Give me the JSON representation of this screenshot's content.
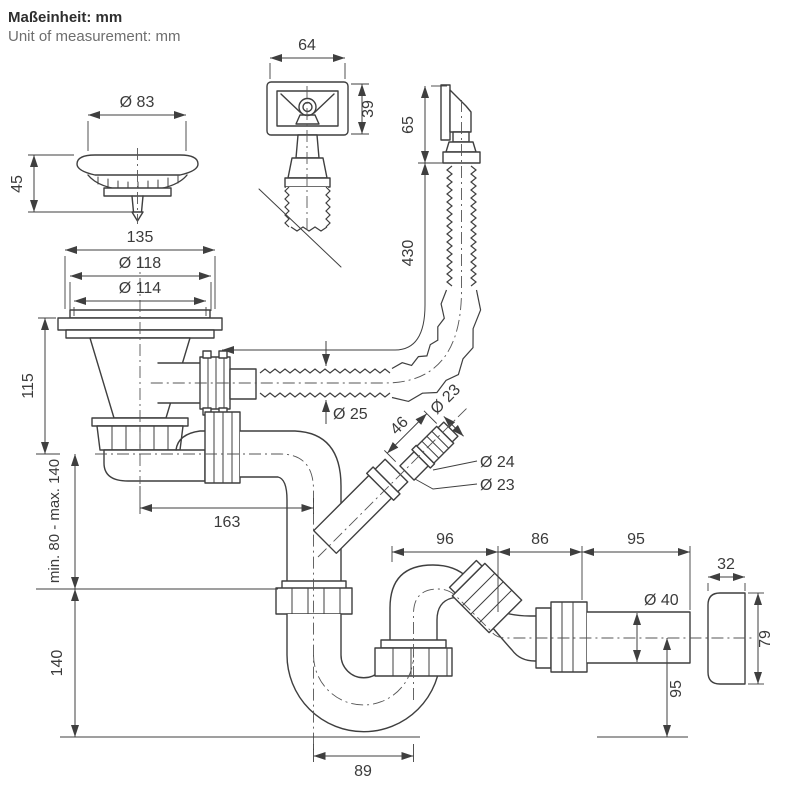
{
  "header": {
    "title": "Maßeinheit: mm",
    "subtitle": "Unit of measurement: mm"
  },
  "colors": {
    "line": "#3f3f3f",
    "text": "#3b3b3b",
    "muted": "#6e6e6e",
    "background": "#ffffff"
  },
  "drawing": {
    "type": "technical-dimension-drawing",
    "subject": "sink strainer waste and overflow siphon set",
    "views": [
      "strainer-plug",
      "overflow-front",
      "overflow-hose-side",
      "drain-body",
      "dishwasher-adapter",
      "p-trap-outlet",
      "wall-rosette"
    ]
  },
  "dims": {
    "strainer_diameter": "Ø 83",
    "strainer_height": "45",
    "overflow_width": "64",
    "overflow_height": "39",
    "overflow_elbow_height": "65",
    "overflow_hose_length": "430",
    "flange_width": "135",
    "flange_outer_diameter": "Ø 118",
    "flange_inner_diameter": "Ø 114",
    "drain_body_height": "115",
    "overflow_hose_diameter": "Ø 25",
    "adapter_length": "46",
    "adapter_tip_diameter": "Ø 23",
    "adapter_barb_diameter": "Ø 24",
    "adapter_neck_diameter": "Ø 23",
    "outlet_offset": "163",
    "adjustable_height": "min. 80 - max. 140",
    "trap_height": "140",
    "trap_width_1": "96",
    "trap_width_2": "86",
    "trap_width_3": "95",
    "outlet_pipe_diameter": "Ø 40",
    "outlet_pipe_height": "95",
    "rosette_width": "32",
    "rosette_height": "79",
    "trap_bottom_width": "89"
  }
}
